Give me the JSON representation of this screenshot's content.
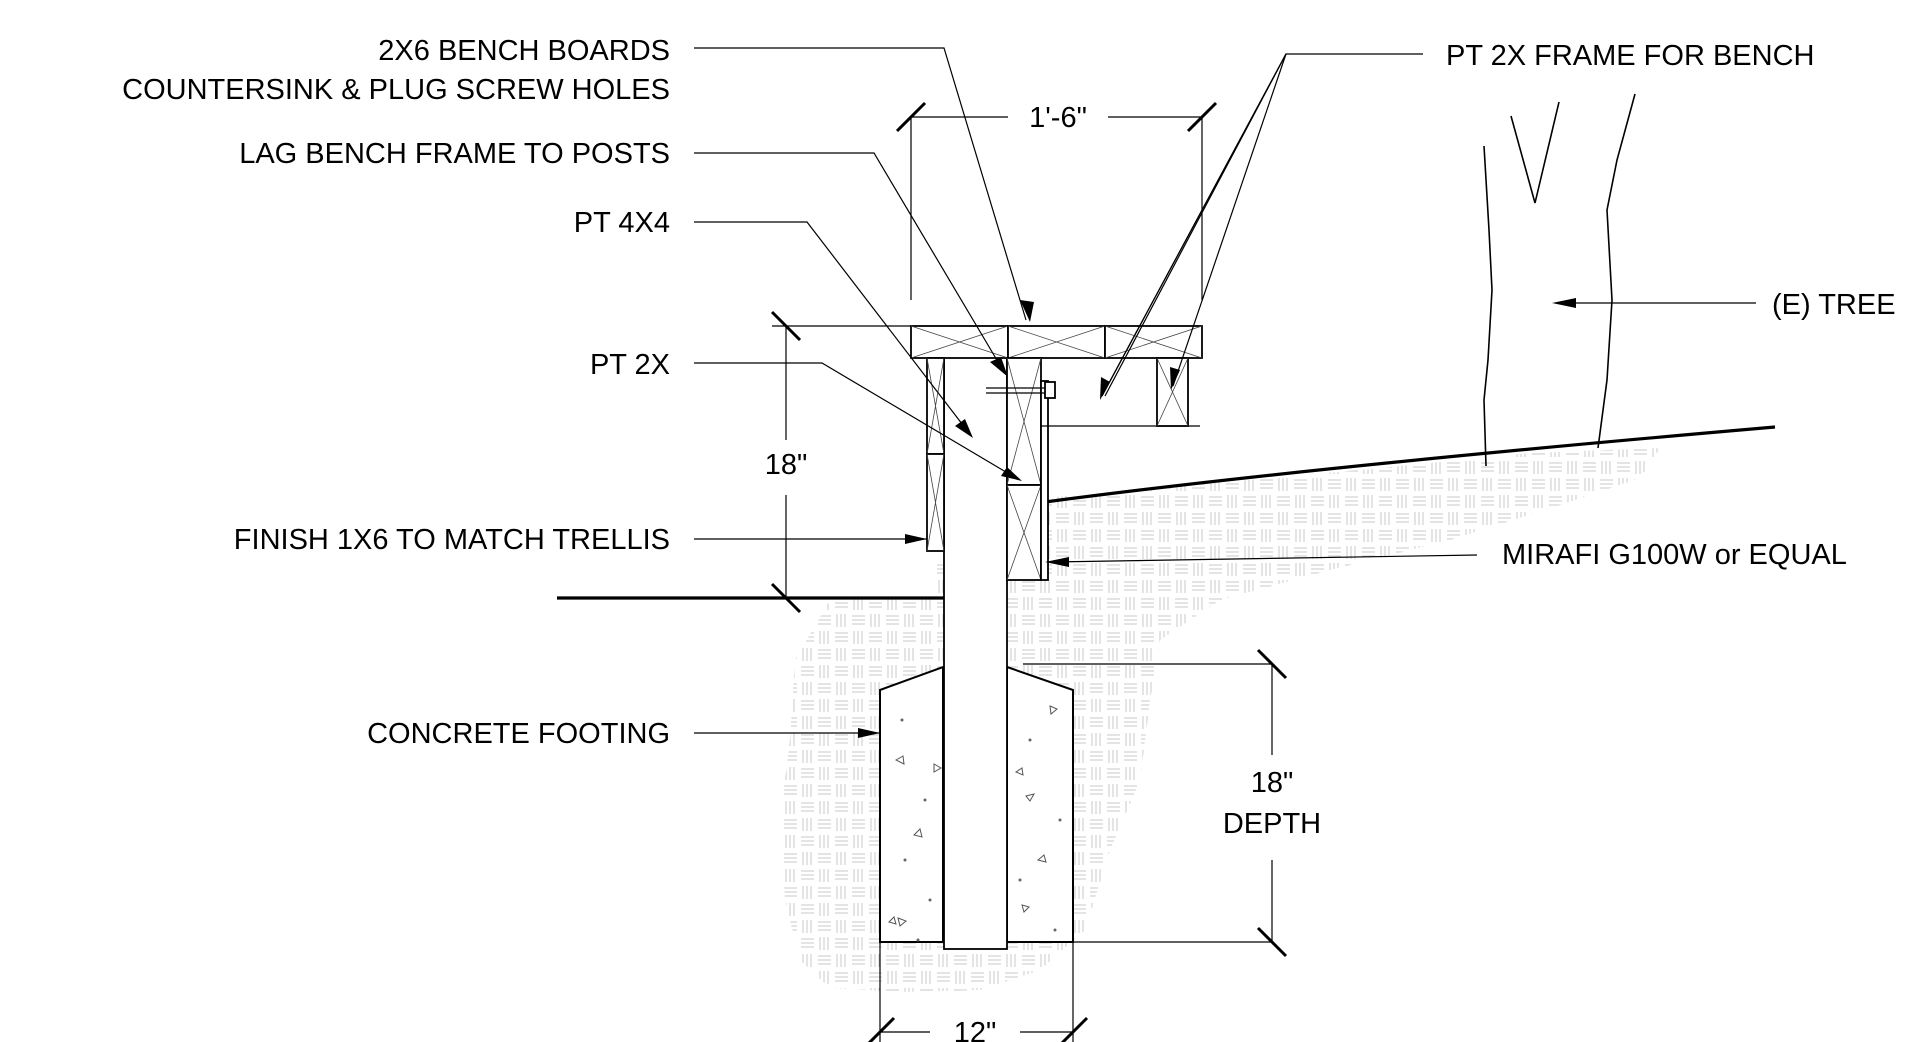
{
  "labels": {
    "bench_boards_line1": "2X6 BENCH BOARDS",
    "bench_boards_line2": "COUNTERSINK & PLUG SCREW HOLES",
    "lag_frame": "LAG BENCH FRAME TO POSTS",
    "post": "PT 4X4",
    "pt2x": "PT 2X",
    "finish": "FINISH 1X6 TO MATCH TRELLIS",
    "footing": "CONCRETE FOOTING",
    "frame_for_bench": "PT 2X FRAME FOR BENCH",
    "tree": "(E) TREE",
    "fabric": "MIRAFI G100W or EQUAL"
  },
  "dimensions": {
    "bench_width": "1'-6\"",
    "bench_height": "18\"",
    "footing_depth_value": "18\"",
    "footing_depth_word": "DEPTH",
    "footing_width": "12\""
  }
}
